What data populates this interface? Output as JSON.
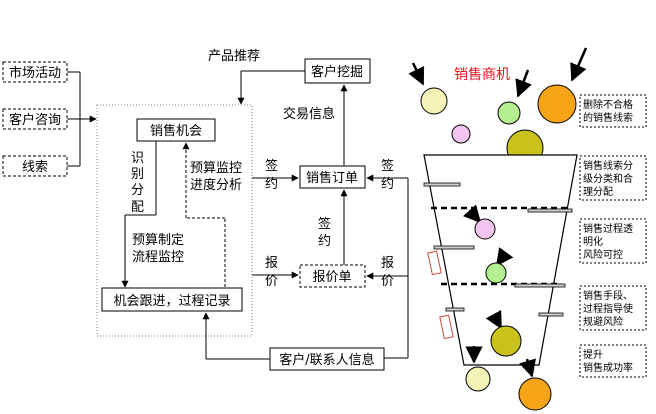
{
  "inputs": {
    "market": "市场活动",
    "consult": "客户咨询",
    "leads": "线索"
  },
  "flow": {
    "product_recommend": "产品推荐",
    "customer_mining": "客户挖掘",
    "trade_info": "交易信息",
    "opportunity": "销售机会",
    "identify": [
      "识",
      "别",
      "分",
      "配"
    ],
    "budget_monitor": [
      "预算监控",
      "进度分析"
    ],
    "budget_make": [
      "预算制定",
      "流程监控"
    ],
    "sign_left": [
      "签",
      "约"
    ],
    "sign_right": [
      "签",
      "约"
    ],
    "sign_mid": [
      "签",
      "约"
    ],
    "order": "销售订单",
    "quote_left": [
      "报",
      "价"
    ],
    "quote_right": [
      "报",
      "价"
    ],
    "quote": "报价单",
    "follow": "机会跟进，过程记录",
    "contact": "客户/联系人信息"
  },
  "funnel": {
    "title": "销售商机",
    "notes": [
      [
        "删除不合格",
        "的销售线索"
      ],
      [
        "销售线索分",
        "级分类和合",
        "理分配"
      ],
      [
        "销售过程透",
        "明化",
        "风险可控"
      ],
      [
        "销售手段、",
        "过程指导使",
        "规避风险"
      ],
      [
        "提升",
        "销售成功率"
      ]
    ]
  },
  "colors": {
    "title_red": "#e8101a",
    "ball_yellow": "#f3f3b8",
    "ball_orange": "#f5a418",
    "ball_green": "#b3ef8e",
    "ball_olive": "#c9c21a",
    "ball_pink": "#f2c5f0"
  }
}
